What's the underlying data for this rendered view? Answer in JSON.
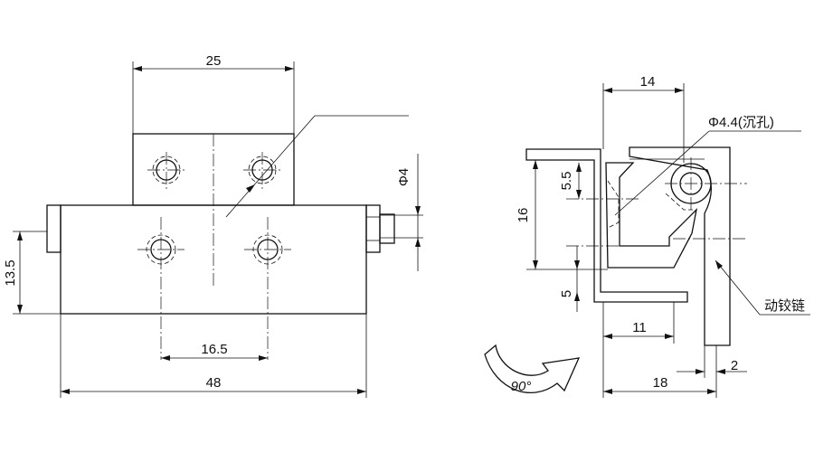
{
  "front_view": {
    "dim_top_width": "25",
    "dim_hole_dia": "Φ4",
    "dim_height": "13.5",
    "dim_hole_spacing": "16.5",
    "dim_overall_width": "48"
  },
  "side_view": {
    "dim_top_width": "14",
    "callout_countersunk": "Φ4.4(沉孔)",
    "dim_upper_offset": "5.5",
    "dim_height": "16",
    "dim_lower_offset": "5",
    "dim_inner_width": "11",
    "dim_leaf_thickness": "2",
    "dim_overall_width": "18",
    "callout_moving_hinge": "动铰链",
    "rotation_label": "90°"
  }
}
